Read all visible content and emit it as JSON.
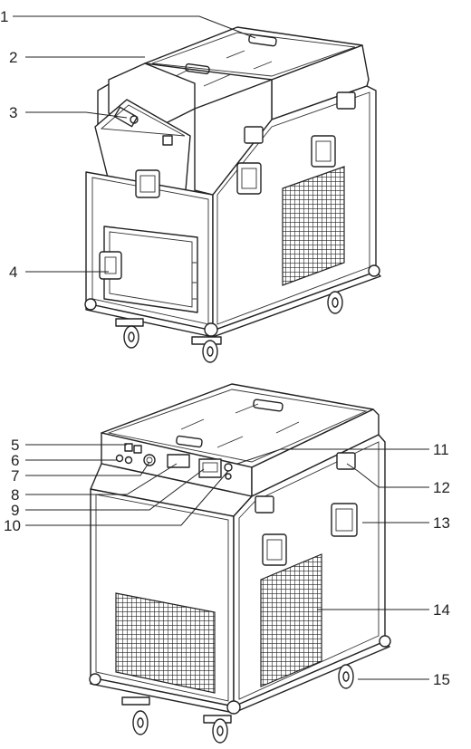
{
  "figure": {
    "description_labels": [
      {
        "id": "1",
        "text": "1"
      },
      {
        "id": "2",
        "text": "2"
      },
      {
        "id": "3",
        "text": "3"
      },
      {
        "id": "4",
        "text": "4"
      },
      {
        "id": "5",
        "text": "5"
      },
      {
        "id": "6",
        "text": "6"
      },
      {
        "id": "7",
        "text": "7"
      },
      {
        "id": "8",
        "text": "8"
      },
      {
        "id": "9",
        "text": "9"
      },
      {
        "id": "10",
        "text": "10"
      },
      {
        "id": "11",
        "text": "11"
      },
      {
        "id": "12",
        "text": "12"
      },
      {
        "id": "13",
        "text": "13"
      },
      {
        "id": "14",
        "text": "14"
      },
      {
        "id": "15",
        "text": "15"
      }
    ],
    "line_color": "#222222",
    "background": "#ffffff"
  }
}
